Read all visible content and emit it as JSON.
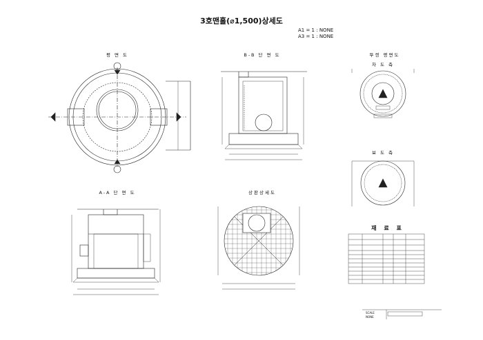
{
  "drawing": {
    "title": "3호맨홀(⌀1,500)상세도",
    "scale_a1": "A1 = 1 :   NONE",
    "scale_a3": "A3 = 1 :   NONE"
  },
  "views": {
    "plan": "평 면 도",
    "section_bb": "B-B 단 면 도",
    "cover_plan": "뚜껑 평면도",
    "cover_roadway": "차 도 측",
    "cover_sidewalk": "보 도 측",
    "section_aa": "A-A 단 면 도",
    "slab_detail": "상판상세도"
  },
  "materials_table": {
    "title": "재 료 표"
  },
  "footer": {
    "scale_label": "SCALE",
    "scale_value": "NONE"
  },
  "colors": {
    "line": "#222222",
    "hatch": "#555555"
  }
}
